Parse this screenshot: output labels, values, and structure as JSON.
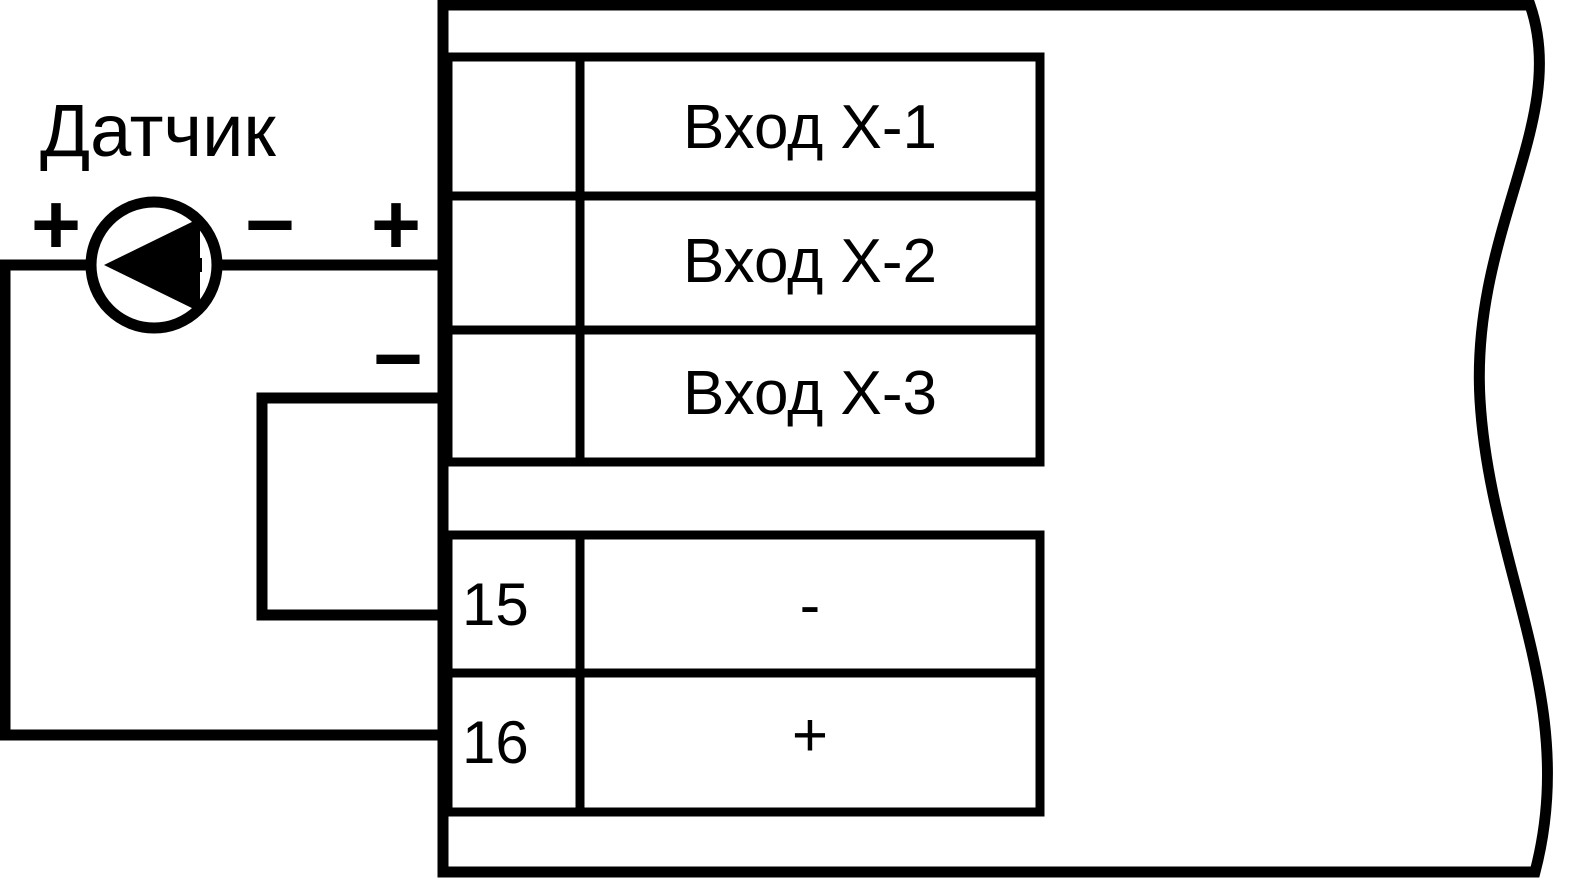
{
  "diagram": {
    "title": "Sensor to device terminal block wiring diagram",
    "sensor": {
      "label": "Датчик",
      "symbol_name": "current-source",
      "polarity_left": "+",
      "polarity_right": "−"
    },
    "wiring": {
      "loop_plus_label": "+",
      "loop_minus_label": "−"
    },
    "colors": {
      "line": "#000000",
      "background": "#ffffff"
    },
    "terminal_block_top": {
      "rows": [
        {
          "number": "",
          "name": "Вход Х-1"
        },
        {
          "number": "",
          "name": "Вход Х-2"
        },
        {
          "number": "",
          "name": "Вход Х-3"
        }
      ]
    },
    "terminal_block_bottom": {
      "rows": [
        {
          "number": "15",
          "name": "-"
        },
        {
          "number": "16",
          "name": "+"
        }
      ]
    }
  }
}
